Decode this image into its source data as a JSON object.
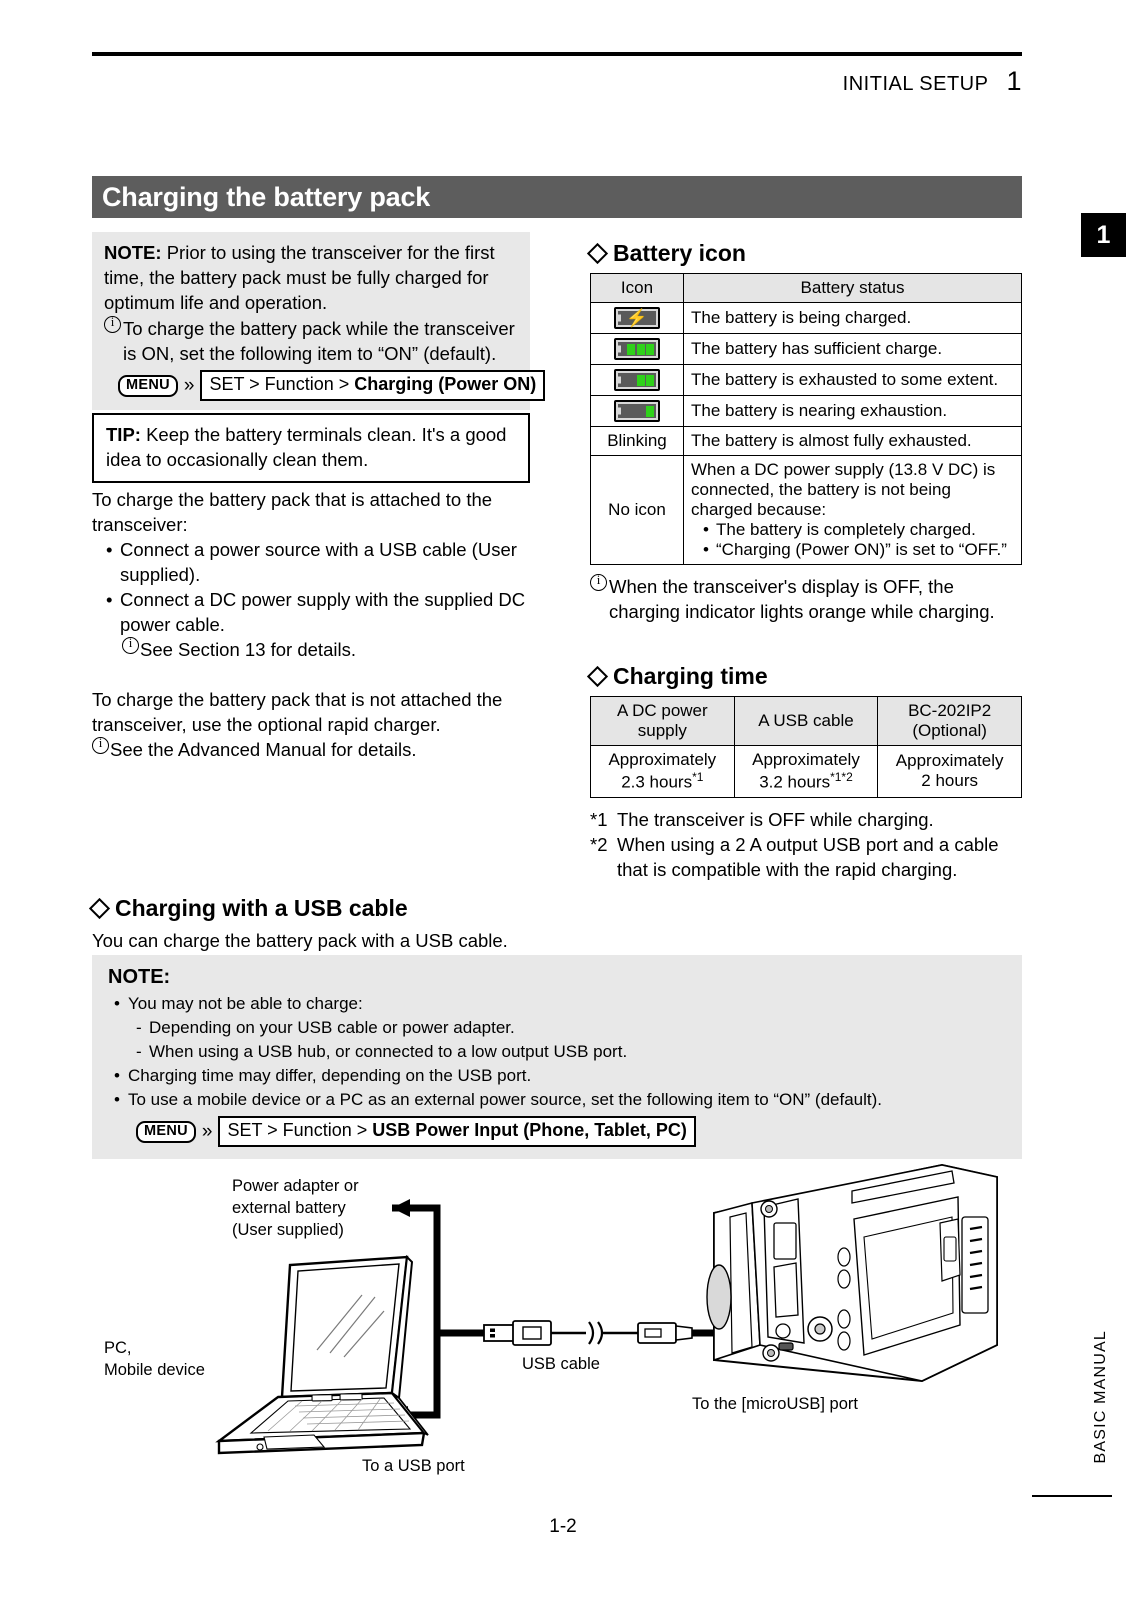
{
  "header": {
    "section_label": "INITIAL SETUP",
    "section_number": "1",
    "side_tab_number": "1",
    "side_manual_text": "BASIC MANUAL"
  },
  "title_bar": {
    "text": "Charging the battery pack"
  },
  "note_box_1": {
    "lead_label": "NOTE:",
    "lead_text": " Prior to using the transceiver for the first time, the battery pack must be fully charged for optimum life and operation.",
    "info_item": "To charge the battery pack while the transceiver is ON, set the following item to “ON” (default).",
    "menu_badge": "MENU",
    "chevron": "»",
    "path_plain": "SET > Function > ",
    "path_bold": "Charging (Power ON)"
  },
  "tip_box": {
    "lead_label": "TIP:",
    "lead_text": " Keep the battery terminals clean. It's a good idea to occasionally clean them."
  },
  "left_body": {
    "para1": "To charge the battery pack that is attached to the transceiver:",
    "bullet1": "Connect a power source with a USB cable (User supplied).",
    "bullet2": "Connect a DC power supply with the supplied DC power cable.",
    "bullet2_note": "See Section 13 for details.",
    "para2": "To charge the battery pack that is not attached the transceiver, use the optional rapid charger.",
    "para2_note": "See the Advanced Manual for details.",
    "bullet_dot": "•"
  },
  "battery_icon_section": {
    "heading": "Battery icon",
    "columns": [
      "Icon",
      "Battery status"
    ],
    "rows": [
      {
        "icon_type": "charging",
        "segments": 0,
        "icon_text": "",
        "status": "The battery is being charged."
      },
      {
        "icon_type": "level",
        "segments": 3,
        "icon_text": "",
        "status": "The battery has sufficient charge."
      },
      {
        "icon_type": "level",
        "segments": 2,
        "icon_text": "",
        "status": "The battery is exhausted to some extent."
      },
      {
        "icon_type": "level",
        "segments": 1,
        "icon_text": "",
        "status": "The battery is nearing exhaustion."
      },
      {
        "icon_type": "text",
        "segments": 0,
        "icon_text": "Blinking",
        "status": "The battery is almost fully exhausted."
      }
    ],
    "no_icon_label": "No icon",
    "no_icon_text": "When a DC power supply (13.8 V DC) is connected, the battery is not being charged because:",
    "no_icon_bullets": [
      "The battery is completely charged.",
      "“Charging (Power ON)” is set to “OFF.”"
    ],
    "after_note": "When the transceiver's display is OFF, the charging indicator lights orange while charging.",
    "colors": {
      "segment_green": "#2fd11a",
      "bolt_yellow": "#f5e014",
      "body_gray": "#5a5a5a"
    }
  },
  "charging_time_section": {
    "heading": "Charging time",
    "columns": [
      "A DC power supply",
      "A USB cable",
      "BC-202IP2 (Optional)"
    ],
    "values": [
      "Approximately 2.3 hours*1",
      "Approximately 3.2 hours*1*2",
      "Approximately 2 hours"
    ],
    "cells": [
      {
        "head_line1": "A DC power",
        "head_line2": "supply",
        "val_line1": "Approximately",
        "val_line2": "2.3 hours",
        "val_sup": "*1"
      },
      {
        "head_line1": "A USB cable",
        "head_line2": "",
        "val_line1": "Approximately",
        "val_line2": "3.2 hours",
        "val_sup": "*1*2"
      },
      {
        "head_line1": "BC-202IP2",
        "head_line2": "(Optional)",
        "val_line1": "Approximately",
        "val_line2": "2 hours",
        "val_sup": ""
      }
    ],
    "footnotes": [
      {
        "mark": "*1",
        "text": "The transceiver is OFF while charging."
      },
      {
        "mark": "*2",
        "text": "When using a 2 A output USB port and a cable that is compatible with the rapid charging."
      }
    ]
  },
  "usb_section": {
    "heading": "Charging with a USB cable",
    "intro": "You can charge the battery pack with a USB cable.",
    "note_heading": "NOTE:",
    "bullets": [
      "You may not be able to charge:",
      "Charging time may differ, depending on the USB port.",
      "To use a mobile device or a PC as an external power source, set the following item to “ON” (default)."
    ],
    "sub_bullets": [
      "Depending on your USB cable or power adapter.",
      "When using a USB hub, or connected to a low output USB port."
    ],
    "menu_badge": "MENU",
    "chevron": "»",
    "path_plain": "SET > Function > ",
    "path_bold": "USB Power Input (Phone, Tablet, PC)",
    "bullet_dot": "•",
    "dash": "-"
  },
  "figure": {
    "label_power_adapter": "Power adapter or\nexternal battery\n(User supplied)",
    "label_pc": "PC,\nMobile device",
    "label_usb_cable": "USB cable",
    "label_usb_port": "To a USB port",
    "label_micro_usb": "To the [microUSB] port"
  },
  "footer": {
    "page_number": "1-2"
  }
}
